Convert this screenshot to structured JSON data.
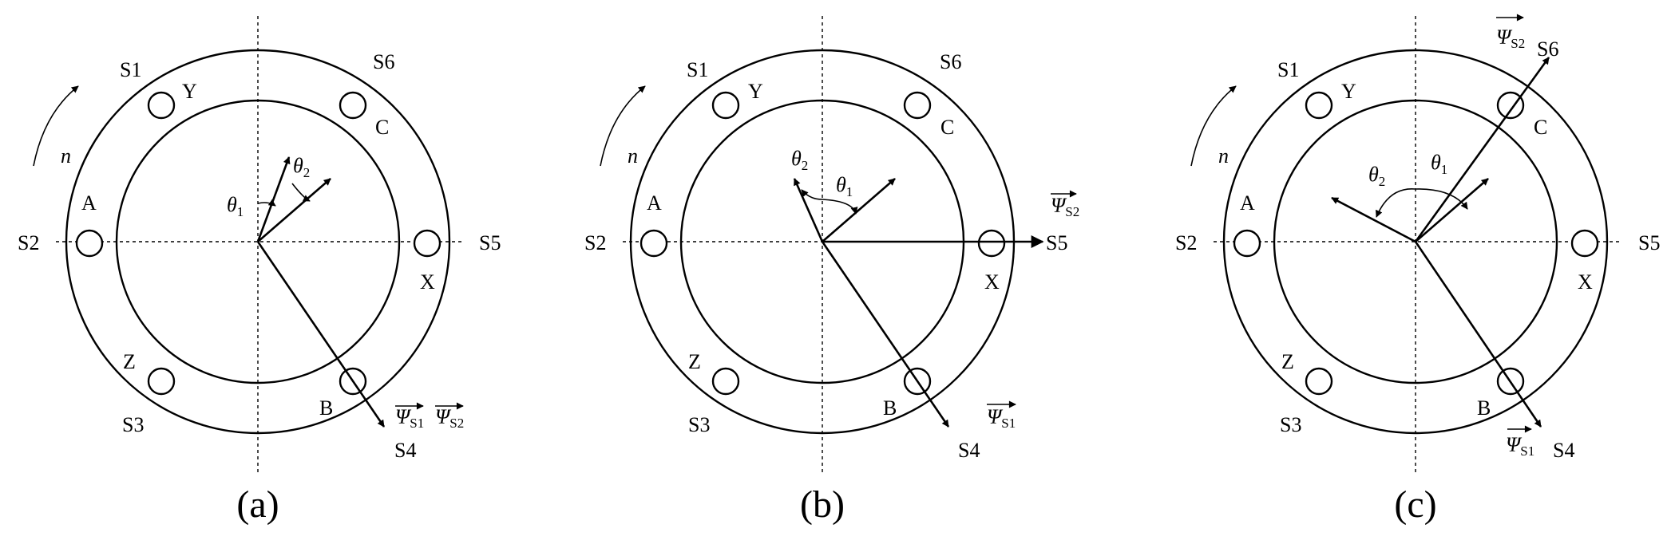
{
  "panels": [
    {
      "caption": "(a)",
      "labels": {
        "S1": "S1",
        "S2": "S2",
        "S3": "S3",
        "S4": "S4",
        "S5": "S5",
        "S6": "S6",
        "A": "A",
        "B": "B",
        "C": "C",
        "X": "X",
        "Y": "Y",
        "Z": "Z",
        "n": "n"
      },
      "theta1": {
        "sym": "θ",
        "sub": "1"
      },
      "theta2": {
        "sym": "θ",
        "sub": "2"
      },
      "psi1": {
        "sym": "Ψ",
        "sub": "S1"
      },
      "psi2": {
        "sym": "Ψ",
        "sub": "S2"
      }
    },
    {
      "caption": "(b)",
      "labels": {
        "S1": "S1",
        "S2": "S2",
        "S3": "S3",
        "S4": "S4",
        "S5": "S5",
        "S6": "S6",
        "A": "A",
        "B": "B",
        "C": "C",
        "X": "X",
        "Y": "Y",
        "Z": "Z",
        "n": "n"
      },
      "theta1": {
        "sym": "θ",
        "sub": "1"
      },
      "theta2": {
        "sym": "θ",
        "sub": "2"
      },
      "psi1": {
        "sym": "Ψ",
        "sub": "S1"
      },
      "psi2": {
        "sym": "Ψ",
        "sub": "S2"
      }
    },
    {
      "caption": "(c)",
      "labels": {
        "S1": "S1",
        "S2": "S2",
        "S3": "S3",
        "S4": "S4",
        "S5": "S5",
        "S6": "S6",
        "A": "A",
        "B": "B",
        "C": "C",
        "X": "X",
        "Y": "Y",
        "Z": "Z",
        "n": "n"
      },
      "theta1": {
        "sym": "θ",
        "sub": "1"
      },
      "theta2": {
        "sym": "θ",
        "sub": "2"
      },
      "psi1": {
        "sym": "Ψ",
        "sub": "S1"
      },
      "psi2": {
        "sym": "Ψ",
        "sub": "S2"
      }
    }
  ]
}
